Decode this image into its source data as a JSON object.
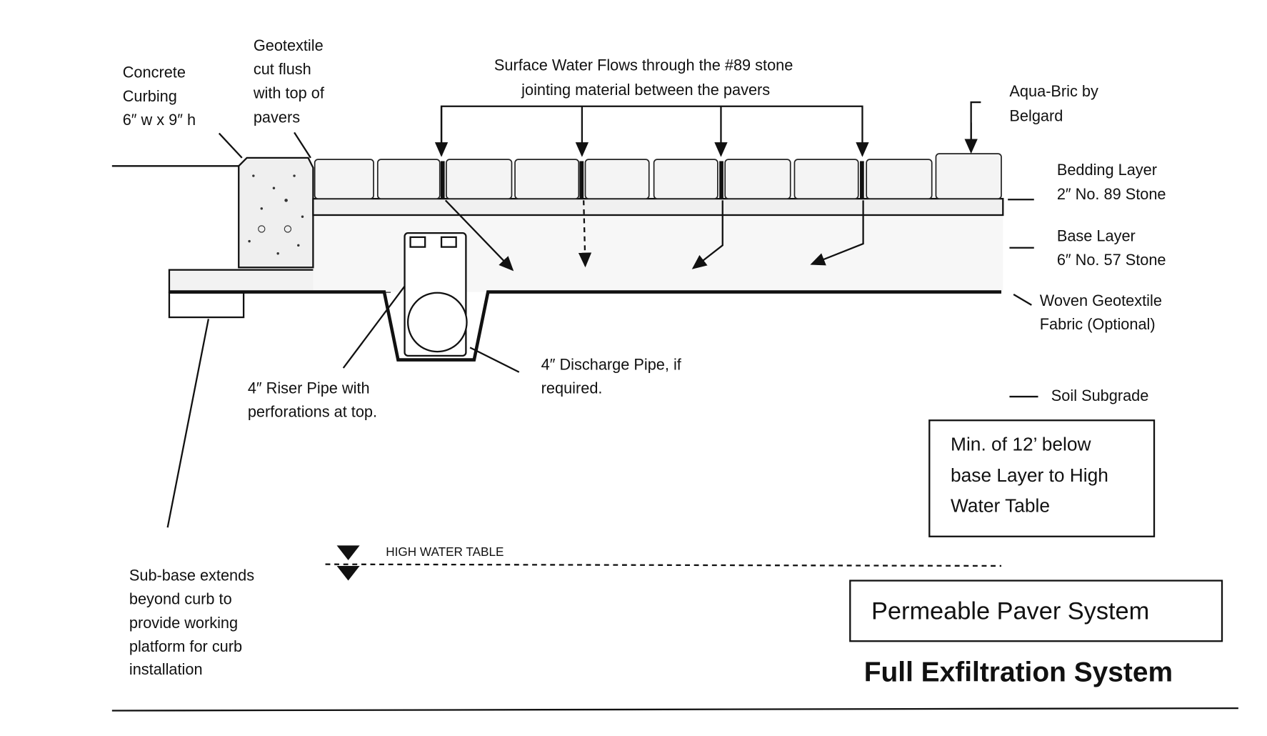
{
  "labels": {
    "concrete_curbing": [
      "Concrete",
      "Curbing",
      "6″ w x 9″ h"
    ],
    "geotextile_flush": [
      "Geotextile",
      "cut flush",
      "with top of",
      "pavers"
    ],
    "surface_water": [
      "Surface Water Flows through the #89 stone",
      "jointing material between the pavers"
    ],
    "aqua_bric": [
      "Aqua-Bric by",
      "Belgard"
    ],
    "bedding_layer": [
      "Bedding Layer",
      "2″ No. 89 Stone"
    ],
    "base_layer": [
      "Base Layer",
      "6″ No. 57 Stone"
    ],
    "woven_geotextile": [
      "Woven Geotextile",
      "Fabric (Optional)"
    ],
    "discharge_pipe": [
      "4″ Discharge Pipe, if",
      "required."
    ],
    "riser_pipe": [
      "4″ Riser Pipe with",
      "perforations at top."
    ],
    "soil_subgrade": "Soil Subgrade",
    "min_depth_box": [
      "Min. of 12’ below",
      "base Layer to High",
      "Water Table"
    ],
    "high_water_table": "HIGH WATER TABLE",
    "sub_base": [
      "Sub-base extends",
      "beyond curb to",
      "provide working",
      "platform for curb",
      "installation"
    ]
  },
  "title_box": "Permeable Paver System",
  "subtitle": "Full Exfiltration System"
}
